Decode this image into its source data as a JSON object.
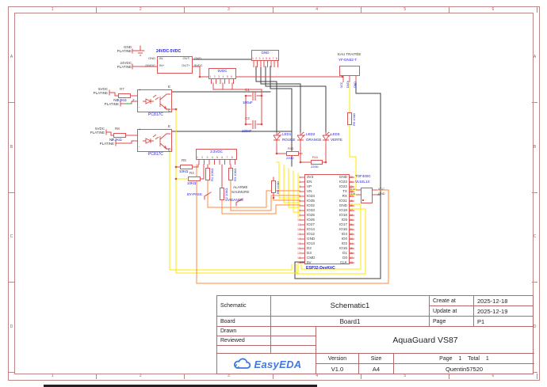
{
  "frame": {
    "columns": [
      "1",
      "2",
      "3",
      "4",
      "5",
      "6"
    ],
    "rows": [
      "A",
      "B",
      "C",
      "D"
    ]
  },
  "title_block": {
    "schematic_label": "Schematic",
    "schematic_value": "Schematic1",
    "board_label": "Board",
    "board_value": "Board1",
    "drawn_label": "Drawn",
    "reviewed_label": "Reviewed",
    "create_at_label": "Create at",
    "create_at": "2025-12-18",
    "update_at_label": "Update at",
    "update_at": "2025-12-19",
    "page_label": "Page",
    "page_value": "P1",
    "project_title": "AquaGuard VS87",
    "version_label": "Version",
    "version_value": "V1.0",
    "size_label": "Size",
    "size_value": "A4",
    "page_total": "Page 1 Total 1",
    "author": "Quentin57520"
  },
  "logo": {
    "text": "EasyEDA"
  },
  "schematic": {
    "power_nets": {
      "gnd_platine_1": "GND",
      "gnd_platine_2": "PLATINE",
      "v24_platine_1": "24VDC",
      "v24_platine_2": "PLATINE",
      "v5a_1": "5VDC",
      "v5a_2": "PLATINE",
      "no_1": "NO",
      "no_2": "PLATINE",
      "v5b_1": "5VDC",
      "v5b_2": "PLATINE",
      "nf_1": "NF",
      "nf_2": "PLATINE"
    },
    "converter": {
      "title": "24VDC-5VDC",
      "in_minus": "IN-",
      "in_plus": "IN+",
      "out_minus": "OUT-",
      "out_plus": "OUT+",
      "left_net_top": "GND",
      "left_net_bottom": "24VDC",
      "right_net_top": "GND",
      "right_net_bottom": "5VDC"
    },
    "headers": {
      "gnd": {
        "label": "GND",
        "pins": "12345678"
      },
      "v5": {
        "label": "5VDC",
        "pins": "123456"
      },
      "v33": {
        "label": "3.3VDC",
        "pins": "12345678"
      }
    },
    "optos": {
      "part": "PC817C",
      "pin_e": "E",
      "pin_c": "C",
      "pin_plus": "+",
      "pin_minus": "-",
      "pin_2": "2"
    },
    "capacitors": {
      "c1": {
        "ref": "C1",
        "value": "100uF"
      },
      "c2": {
        "ref": "C2",
        "value": "100nF"
      }
    },
    "resistors": {
      "r1": {
        "ref": "R1",
        "value": "10KΩ"
      },
      "r2": {
        "ref": "R2",
        "value": "10KΩ"
      },
      "r3": {
        "ref": "R3",
        "value": "10KΩ"
      },
      "r4": {
        "ref": "R4",
        "value": "10KΩ"
      },
      "r5": {
        "ref": "R5",
        "value": "10KΩ"
      },
      "r6": {
        "ref": "R6",
        "value": "100Ω"
      },
      "r7": {
        "ref": "R7",
        "value": "2.2KΩ"
      },
      "r8": {
        "ref": "R8",
        "value": "2.2KΩ"
      },
      "r9": {
        "ref": "R9",
        "value": "220Ω"
      },
      "r10": {
        "ref": "R10",
        "value": "220Ω"
      },
      "r11": {
        "ref": "R11",
        "value": "220Ω"
      }
    },
    "leds": [
      {
        "ref": "LED1",
        "color_label": "ROUGE"
      },
      {
        "ref": "LED2",
        "color_label": "ORANGE"
      },
      {
        "ref": "LED3",
        "color_label": "VERTE"
      }
    ],
    "signals": {
      "bypass": "BY-PASS",
      "alarme_line1": "ALARME",
      "alarme_line2": "SAUMURE",
      "vidange": "VIDANGE"
    },
    "flow_sensor": {
      "title": "EAU TRAITÉE",
      "part": "YF-DN32-T",
      "pins": [
        "VCC",
        "DATA",
        "GND"
      ]
    },
    "tof_sensor": {
      "line1": "TOF400C",
      "line2": "VL53L1X",
      "left_pins": [
        "SCL",
        "SDA"
      ],
      "right_pins": [
        "VCC",
        "GND"
      ]
    },
    "esp32": {
      "label": "ESP32-DevKitC",
      "left_pins": [
        {
          "n": "1",
          "label": "3V3"
        },
        {
          "n": "2",
          "label": "EN"
        },
        {
          "n": "3",
          "label": "VP"
        },
        {
          "n": "4",
          "label": "VN"
        },
        {
          "n": "5",
          "label": "IO34"
        },
        {
          "n": "6",
          "label": "IO35"
        },
        {
          "n": "7",
          "label": "IO32"
        },
        {
          "n": "8",
          "label": "IO33"
        },
        {
          "n": "9",
          "label": "IO25"
        },
        {
          "n": "10",
          "label": "IO26"
        },
        {
          "n": "11",
          "label": "IO27"
        },
        {
          "n": "12",
          "label": "IO14"
        },
        {
          "n": "13",
          "label": "IO12"
        },
        {
          "n": "14",
          "label": "GND"
        },
        {
          "n": "15",
          "label": "IO13"
        },
        {
          "n": "16",
          "label": "D2"
        },
        {
          "n": "17",
          "label": "D3"
        },
        {
          "n": "18",
          "label": "CMD"
        },
        {
          "n": "19",
          "label": "5V"
        }
      ],
      "right_pins": [
        {
          "n": "20",
          "label": "GND"
        },
        {
          "n": "21",
          "label": "IO23"
        },
        {
          "n": "22",
          "label": "IO22"
        },
        {
          "n": "23",
          "label": "TX"
        },
        {
          "n": "24",
          "label": "RX"
        },
        {
          "n": "25",
          "label": "IO21"
        },
        {
          "n": "26",
          "label": "GND"
        },
        {
          "n": "27",
          "label": "IO19"
        },
        {
          "n": "28",
          "label": "IO18"
        },
        {
          "n": "29",
          "label": "IO5"
        },
        {
          "n": "30",
          "label": "IO17"
        },
        {
          "n": "31",
          "label": "IO16"
        },
        {
          "n": "32",
          "label": "IO4"
        },
        {
          "n": "33",
          "label": "IO0"
        },
        {
          "n": "34",
          "label": "IO2"
        },
        {
          "n": "35",
          "label": "IO15"
        },
        {
          "n": "36",
          "label": "D1"
        },
        {
          "n": "37",
          "label": "D0"
        },
        {
          "n": "38",
          "label": "CLK"
        }
      ]
    }
  }
}
